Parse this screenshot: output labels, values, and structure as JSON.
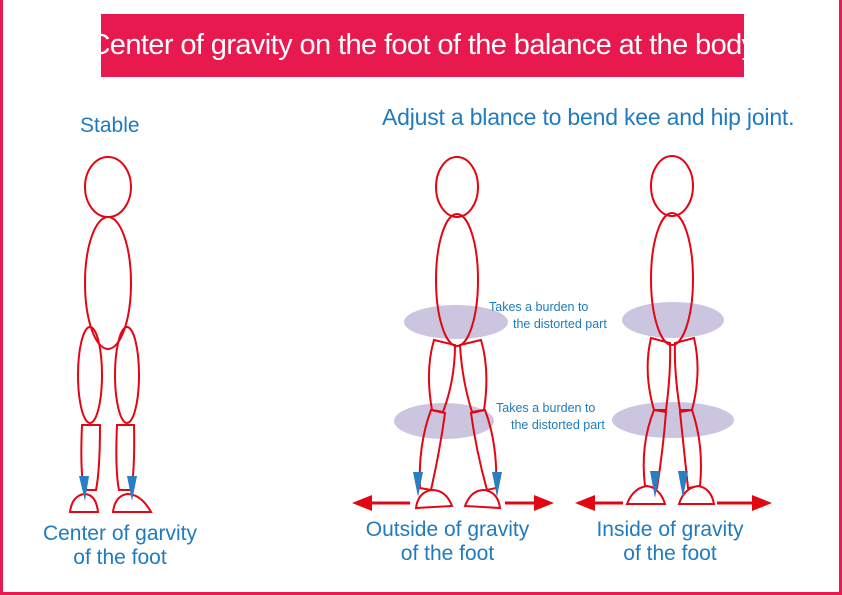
{
  "title": "Center of gravity on the foot of the balance at the body",
  "stable_label": "Stable",
  "adjust_label": "Adjust a blance to bend kee and hip joint.",
  "captions": {
    "center": {
      "line1": "Center of garvity",
      "line2": "of the foot"
    },
    "outside": {
      "line1": "Outside of gravity",
      "line2": "of the foot"
    },
    "inside": {
      "line1": "Inside of gravity",
      "line2": "of the foot"
    }
  },
  "notes": {
    "upper": {
      "line1": "Takes a burden to",
      "line2": "the distorted part"
    },
    "lower": {
      "line1": "Takes a burden to",
      "line2": "the distorted part"
    }
  },
  "colors": {
    "banner": "#e8194e",
    "outline": "#e30613",
    "text": "#1f7bbf",
    "marker": "#2a7fc1",
    "burden_ellipse": "#b9b2d4",
    "arrow": "#e30613"
  }
}
